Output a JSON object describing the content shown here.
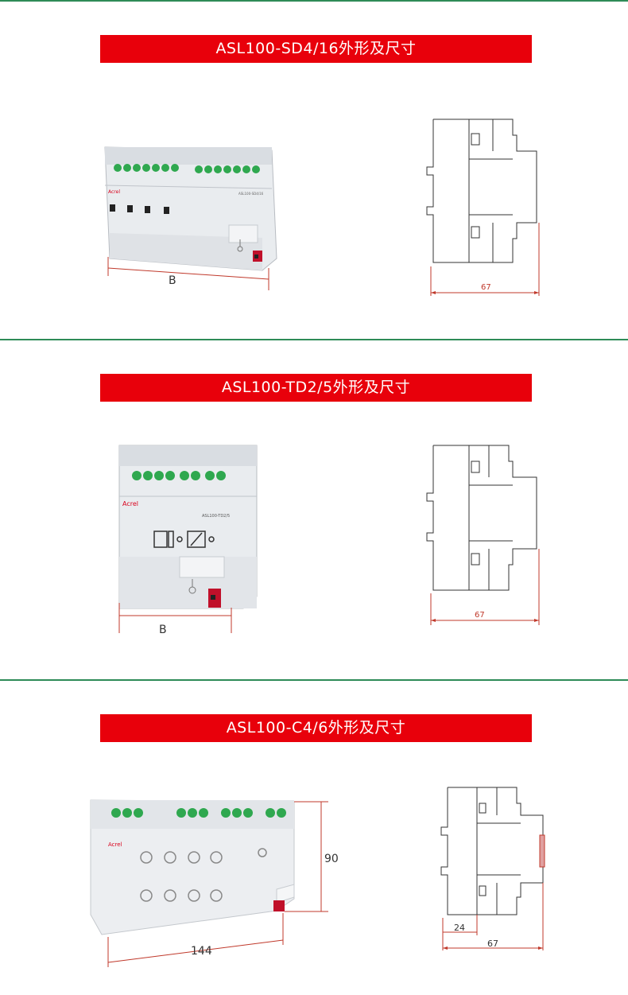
{
  "sections": [
    {
      "title": "ASL100-SD4/16外形及尺寸",
      "device_label": "ASL100-SD4/16",
      "brand": "Acrel",
      "front_dimension": "B",
      "side_dimension": "67"
    },
    {
      "title": "ASL100-TD2/5外形及尺寸",
      "device_label": "ASL100-TD2/5",
      "brand": "Acrel",
      "front_dimension": "B",
      "side_dimension": "67"
    },
    {
      "title": "ASL100-C4/6外形及尺寸",
      "brand": "Acrel",
      "height_dimension": "90",
      "width_dimension": "144",
      "side_dimension_inner": "24",
      "side_dimension": "67"
    }
  ],
  "colors": {
    "title_bar": "#e8000b",
    "divider": "#2e8b57",
    "dimension_line": "#c0392b",
    "terminal_green": "#2fa84f"
  }
}
